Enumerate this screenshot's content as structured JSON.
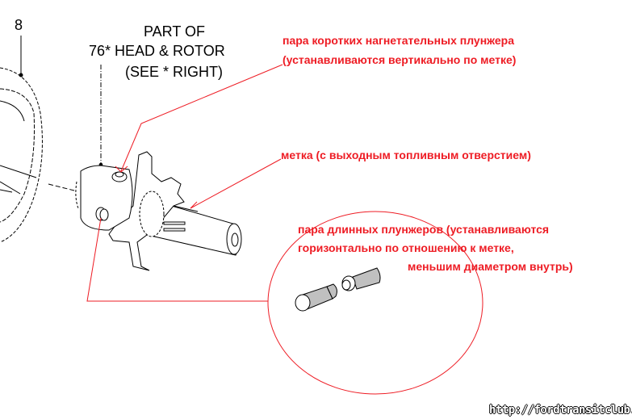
{
  "callout_number": "8",
  "part_label": {
    "line1": "PART OF",
    "line2": "76* HEAD & ROTOR",
    "line3": "(SEE * RIGHT)"
  },
  "annotations": {
    "short_plungers": {
      "line1": "пара коротких нагнетательных плунжера",
      "line2": "(устанавливаются вертикально по метке)"
    },
    "mark": "метка (с выходным топливным отверстием)",
    "long_plungers": {
      "line1": "пара длинных плунжеров (устанавливаются",
      "line2": "горизонтально по отношению к метке,",
      "line3": "меньшим диаметром внутрь)"
    }
  },
  "watermark": "http://fordtransitclub.ru",
  "colors": {
    "annotation": "#ee1c24",
    "drawing": "#000000",
    "plunger_fill": "#c0c0c0"
  }
}
